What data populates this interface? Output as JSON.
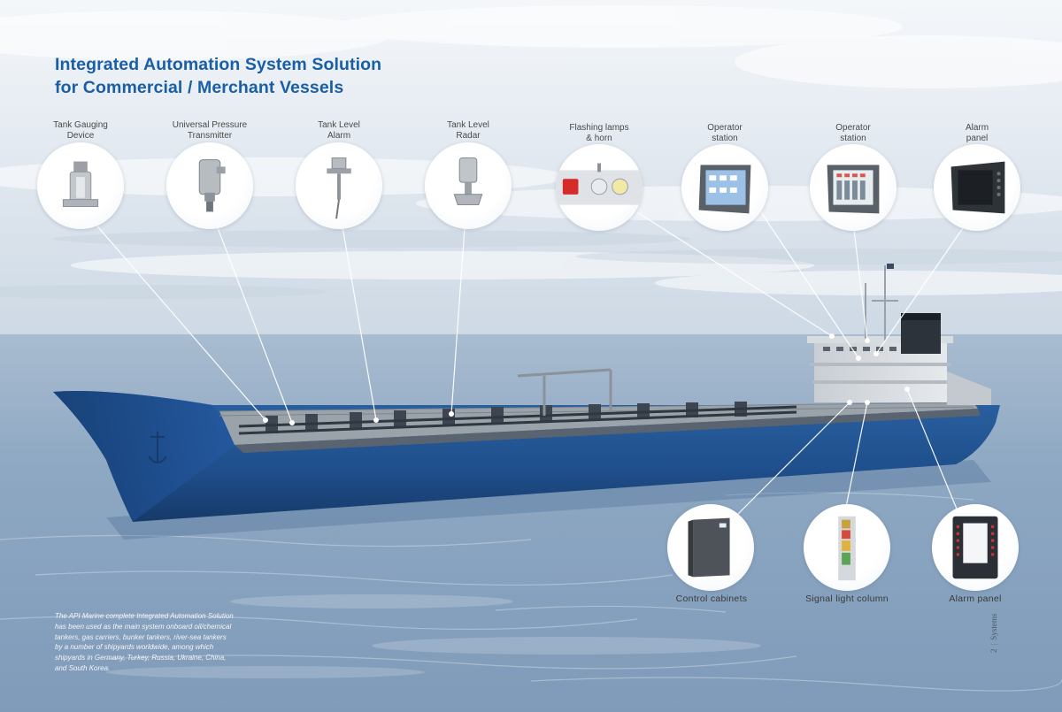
{
  "title": {
    "line1": "Integrated Automation System Solution",
    "line2": "for Commercial / Merchant Vessels"
  },
  "callouts_top": [
    {
      "line1": "Tank Gauging",
      "line2": "Device",
      "icon": "tank-gauging-device-icon"
    },
    {
      "line1": "Universal Pressure",
      "line2": "Transmitter",
      "icon": "pressure-transmitter-icon"
    },
    {
      "line1": "Tank Level",
      "line2": "Alarm",
      "icon": "tank-level-alarm-icon"
    },
    {
      "line1": "Tank Level",
      "line2": "Radar",
      "icon": "tank-level-radar-icon"
    },
    {
      "line1": "Flashing lamps",
      "line2": "& horn",
      "icon": "flashing-lamps-horn-icon"
    },
    {
      "line1": "Operator",
      "line2": "station",
      "icon": "operator-station-icon"
    },
    {
      "line1": "Operator",
      "line2": "station",
      "icon": "operator-station-icon"
    },
    {
      "line1": "Alarm",
      "line2": "panel",
      "icon": "alarm-panel-icon"
    }
  ],
  "callouts_bottom": [
    {
      "label": "Control cabinets",
      "icon": "control-cabinet-icon"
    },
    {
      "label": "Signal light column",
      "icon": "signal-light-column-icon"
    },
    {
      "label": "Alarm panel",
      "icon": "alarm-panel-icon"
    }
  ],
  "description": [
    "The API Marine complete Integrated Automation Solution",
    "has been used as the main system onboard oil/chemical",
    "tankers, gas carriers, bunker tankers, river-sea tankers",
    "by a number of shipyards worldwide, among which",
    "shipyards in Germany, Turkey, Russia, Ukraine, China,",
    "and South Korea."
  ],
  "page_tab": {
    "number": "2",
    "section": "Systems"
  },
  "colors": {
    "title": "#1a5fa6",
    "hull": "#1f4f8c",
    "sea": "#8fa9c4",
    "sky": "#dfe7ef",
    "leader_line": "#ffffff"
  }
}
